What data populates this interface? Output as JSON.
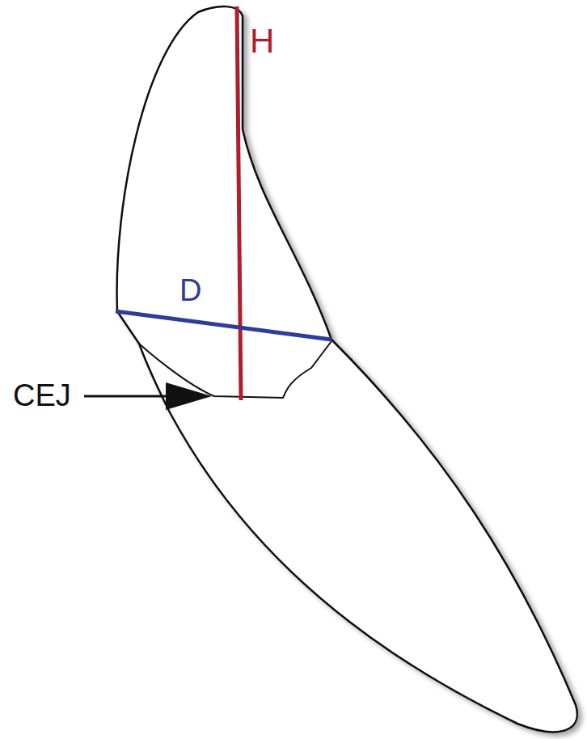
{
  "diagram": {
    "labels": [
      "H",
      "D",
      "CEJ"
    ]
  }
}
